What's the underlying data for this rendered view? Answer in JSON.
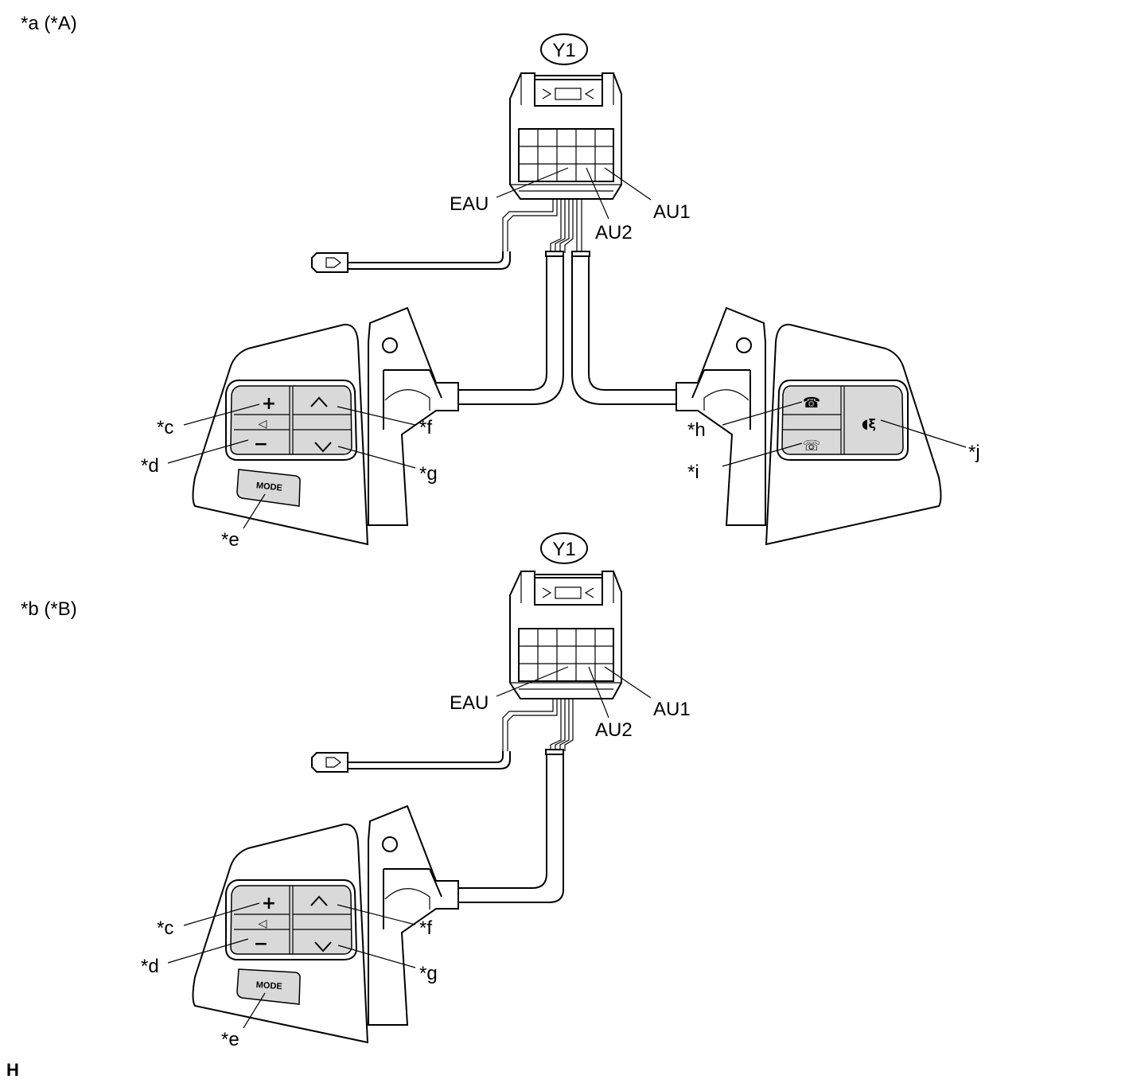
{
  "sections": [
    {
      "id": "A",
      "heading": "*a (*A)",
      "connector": "Y1",
      "terminals": [
        "EAU",
        "AU2",
        "AU1"
      ],
      "left_switch": {
        "callouts": [
          "*c",
          "*d",
          "*e",
          "*f",
          "*g"
        ],
        "mode_label": "MODE"
      },
      "right_switch": {
        "callouts": [
          "*h",
          "*i",
          "*j"
        ]
      }
    },
    {
      "id": "B",
      "heading": "*b (*B)",
      "connector": "Y1",
      "terminals": [
        "EAU",
        "AU2",
        "AU1"
      ],
      "left_switch": {
        "callouts": [
          "*c",
          "*d",
          "*e",
          "*f",
          "*g"
        ],
        "mode_label": "MODE"
      }
    }
  ],
  "corner_mark": "H",
  "colors": {
    "line": "#000000",
    "switch_face": "#d9d9d9",
    "background": "#ffffff"
  },
  "icons": [
    "plus-icon",
    "minus-icon",
    "speaker-icon",
    "chevron-up-icon",
    "chevron-down-icon",
    "phone-on-hook-icon",
    "phone-off-hook-icon",
    "voice-icon"
  ]
}
